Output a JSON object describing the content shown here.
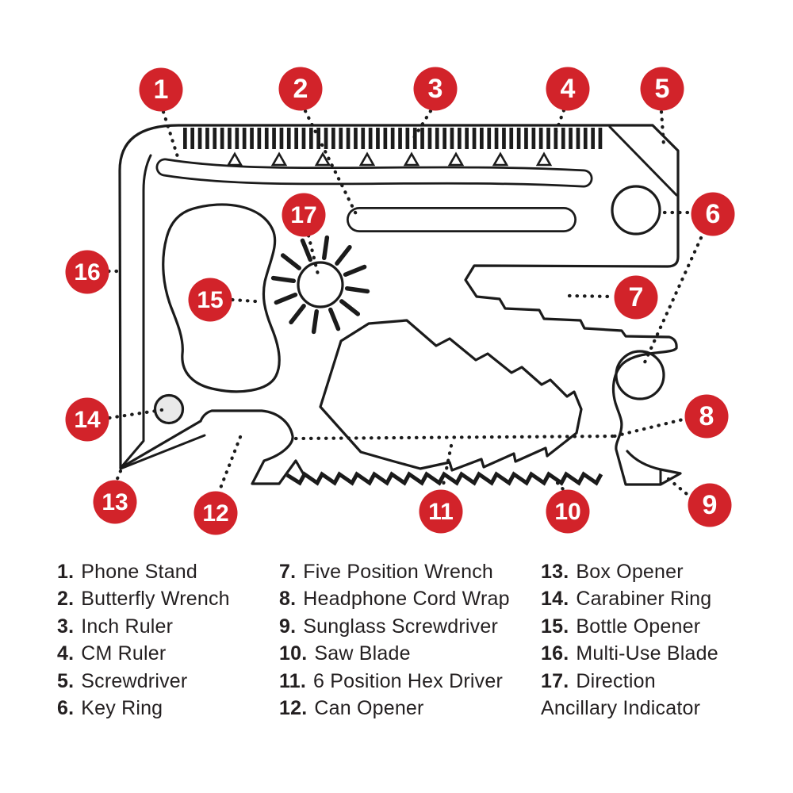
{
  "figure": {
    "kind": "labeled diagram of a credit-card multi-tool",
    "callouts": [
      {
        "num": "1",
        "tool": "phone-stand"
      },
      {
        "num": "2",
        "tool": "butterfly-wrench"
      },
      {
        "num": "3",
        "tool": "inch-ruler"
      },
      {
        "num": "4",
        "tool": "cm-ruler"
      },
      {
        "num": "5",
        "tool": "screwdriver"
      },
      {
        "num": "6",
        "tool": "key-ring"
      },
      {
        "num": "7",
        "tool": "five-position-wrench"
      },
      {
        "num": "8",
        "tool": "headphone-cord-wrap"
      },
      {
        "num": "9",
        "tool": "sunglass-screwdriver"
      },
      {
        "num": "10",
        "tool": "saw-blade"
      },
      {
        "num": "11",
        "tool": "six-position-hex-driver"
      },
      {
        "num": "12",
        "tool": "can-opener"
      },
      {
        "num": "13",
        "tool": "box-opener"
      },
      {
        "num": "14",
        "tool": "carabiner-ring"
      },
      {
        "num": "15",
        "tool": "bottle-opener"
      },
      {
        "num": "16",
        "tool": "multi-use-blade"
      },
      {
        "num": "17",
        "tool": "direction-ancillary-indicator"
      }
    ]
  },
  "legend": {
    "columns": [
      {
        "rows": [
          {
            "num": "1.",
            "label": "Phone Stand"
          },
          {
            "num": "2.",
            "label": "Butterfly Wrench"
          },
          {
            "num": "3.",
            "label": "Inch Ruler"
          },
          {
            "num": "4.",
            "label": "CM Ruler"
          },
          {
            "num": "5.",
            "label": "Screwdriver"
          },
          {
            "num": "6.",
            "label": "Key Ring"
          }
        ]
      },
      {
        "rows": [
          {
            "num": "7.",
            "label": "Five Position Wrench"
          },
          {
            "num": "8.",
            "label": "Headphone Cord Wrap"
          },
          {
            "num": "9.",
            "label": "Sunglass Screwdriver"
          },
          {
            "num": "10.",
            "label": "Saw Blade"
          },
          {
            "num": "11.",
            "label": "6 Position Hex Driver"
          },
          {
            "num": "12.",
            "label": "Can Opener"
          }
        ]
      },
      {
        "rows": [
          {
            "num": "13.",
            "label": "Box Opener"
          },
          {
            "num": "14.",
            "label": "Carabiner Ring"
          },
          {
            "num": "15.",
            "label": "Bottle Opener"
          },
          {
            "num": "16.",
            "label": "Multi-Use Blade"
          },
          {
            "num": "17.",
            "label": "Direction"
          },
          {
            "num": "",
            "label": "Ancillary Indicator"
          }
        ]
      }
    ]
  },
  "colors": {
    "callout_red": "#d2232a",
    "line_black": "#1b1b1b",
    "carabiner_gray": "#e9e9e9"
  }
}
